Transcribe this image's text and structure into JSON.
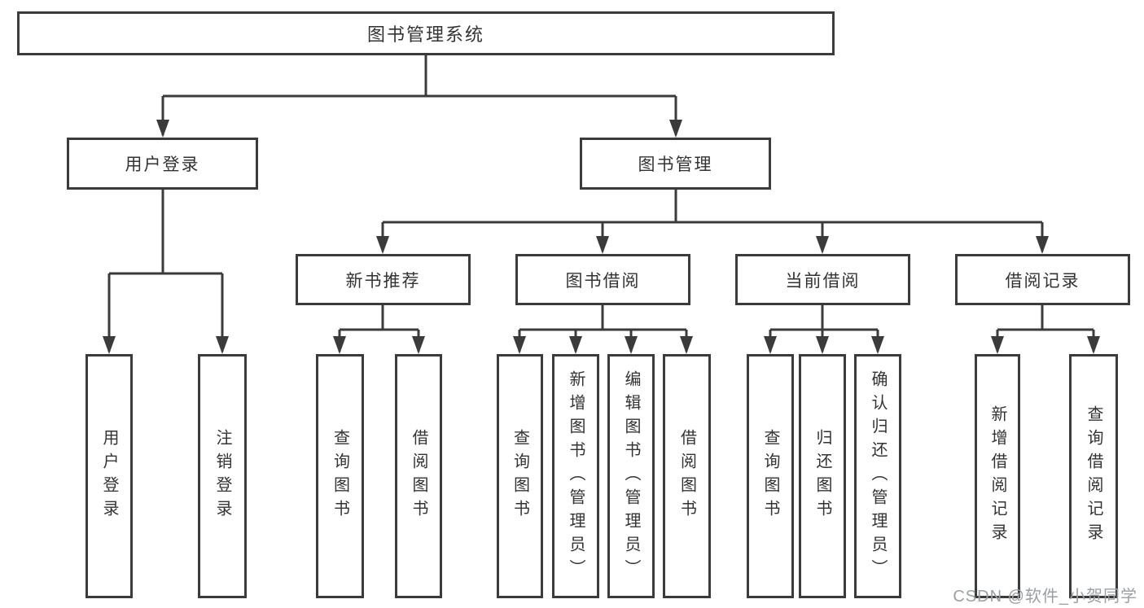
{
  "diagram": {
    "root_label": "图书管理系统",
    "level2": {
      "user_login": "用户登录",
      "book_mgmt": "图书管理"
    },
    "level3": {
      "new_books": "新书推荐",
      "book_borrow": "图书借阅",
      "current_borrow": "当前借阅",
      "borrow_records": "借阅记录"
    },
    "leaves": {
      "ul_login": "用户登录",
      "ul_logout": "注销登录",
      "nb_query": "查询图书",
      "nb_borrow": "借阅图书",
      "bb_query": "查询图书",
      "bb_add": "新增图书（管理员）",
      "bb_edit": "编辑图书（管理员）",
      "bb_borrow": "借阅图书",
      "cb_query": "查询图书",
      "cb_return": "归还图书",
      "cb_confirm": "确认归还（管理员）",
      "br_add": "新增借阅记录",
      "br_query": "查询借阅记录"
    }
  },
  "watermark": "CSDN @软件_小贺同学",
  "colors": {
    "line": "#3b3b3b",
    "text": "#333333",
    "watermark": "#9ba0a4",
    "background": "#ffffff"
  }
}
